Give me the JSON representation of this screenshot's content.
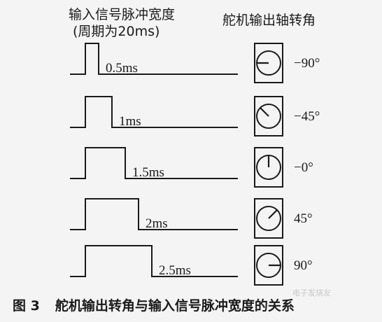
{
  "header": {
    "left_line1": "输入信号脉冲宽度",
    "left_line2": "(周期为20ms)",
    "right": "舵机输出轴转角"
  },
  "rows": [
    {
      "pulse_width": "0.5ms",
      "angle": "−90°",
      "pulse_ms": 0.5,
      "shaft_deg": -90
    },
    {
      "pulse_width": "1ms",
      "angle": "−45°",
      "pulse_ms": 1.0,
      "shaft_deg": -45
    },
    {
      "pulse_width": "1.5ms",
      "angle": "−0°",
      "pulse_ms": 1.5,
      "shaft_deg": 0
    },
    {
      "pulse_width": "2ms",
      "angle": "45°",
      "pulse_ms": 2.0,
      "shaft_deg": 45
    },
    {
      "pulse_width": "2.5ms",
      "angle": "90°",
      "pulse_ms": 2.5,
      "shaft_deg": 90
    }
  ],
  "caption": {
    "figure_number": "图 3",
    "text": "舵机输出转角与输入信号脉冲宽度的关系"
  },
  "watermark": "电子发烧友"
}
